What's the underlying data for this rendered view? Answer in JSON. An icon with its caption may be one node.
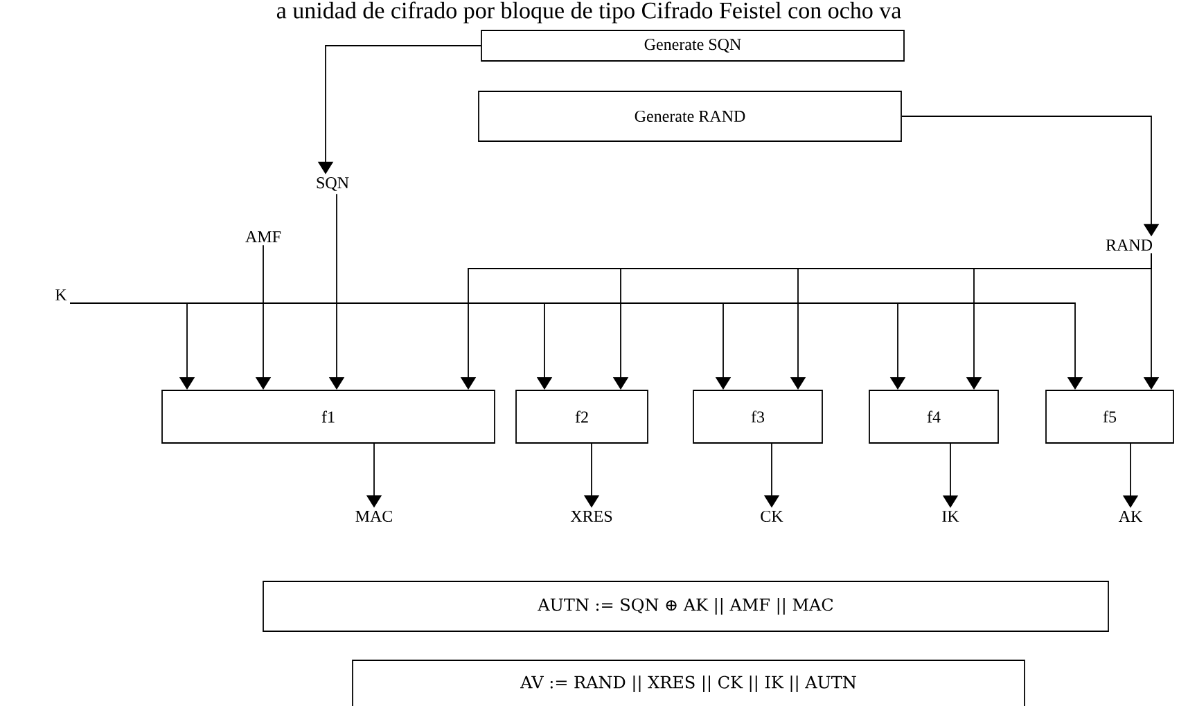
{
  "diagram": {
    "nodes": [
      {
        "text": [
          "Generate SQN"
        ]
      },
      {
        "text": [
          "Generate RAND"
        ]
      },
      {
        "text": [
          "SQN"
        ]
      },
      {
        "text": [
          "AMF"
        ]
      },
      {
        "text": [
          "K"
        ]
      },
      {
        "text": [
          "RAND"
        ]
      },
      {
        "text": [
          "f1"
        ]
      },
      {
        "text": [
          "f2"
        ]
      },
      {
        "text": [
          "f3"
        ]
      },
      {
        "text": [
          "f4"
        ]
      },
      {
        "text": [
          "f5"
        ]
      },
      {
        "text": [
          "MAC"
        ]
      },
      {
        "text": [
          "XRES"
        ]
      },
      {
        "text": [
          "CK"
        ]
      },
      {
        "text": [
          "IK"
        ]
      },
      {
        "text": [
          "AK"
        ]
      },
      {
        "text": [
          "AUTN := SQN ⊕ AK || AMF || MAC"
        ]
      },
      {
        "text": [
          "AV := RAND || XRES || CK || IK || AUTN"
        ]
      }
    ],
    "edges": [
      {
        "from": 0,
        "to": 2,
        "arrow": "to"
      },
      {
        "from": 1,
        "to": 5,
        "arrow": "to"
      },
      {
        "from": 2,
        "to": 6,
        "arrow": "to"
      },
      {
        "from": 3,
        "to": 6,
        "arrow": "to"
      },
      {
        "from": 4,
        "to": 6,
        "arrow": "to"
      },
      {
        "from": 4,
        "to": 7,
        "arrow": "to"
      },
      {
        "from": 4,
        "to": 8,
        "arrow": "to"
      },
      {
        "from": 4,
        "to": 9,
        "arrow": "to"
      },
      {
        "from": 4,
        "to": 10,
        "arrow": "to"
      },
      {
        "from": 5,
        "to": 6,
        "arrow": "to"
      },
      {
        "from": 5,
        "to": 7,
        "arrow": "to"
      },
      {
        "from": 5,
        "to": 8,
        "arrow": "to"
      },
      {
        "from": 5,
        "to": 9,
        "arrow": "to"
      },
      {
        "from": 5,
        "to": 10,
        "arrow": "to"
      },
      {
        "from": 6,
        "to": 11,
        "arrow": "to"
      },
      {
        "from": 7,
        "to": 12,
        "arrow": "to"
      },
      {
        "from": 8,
        "to": 13,
        "arrow": "to"
      },
      {
        "from": 9,
        "to": 14,
        "arrow": "to"
      },
      {
        "from": 10,
        "to": 15,
        "arrow": "to"
      }
    ],
    "labels": [
      "a unidad de cifrado por bloque de tipo Cifrado Feistel con ocho va"
    ]
  }
}
